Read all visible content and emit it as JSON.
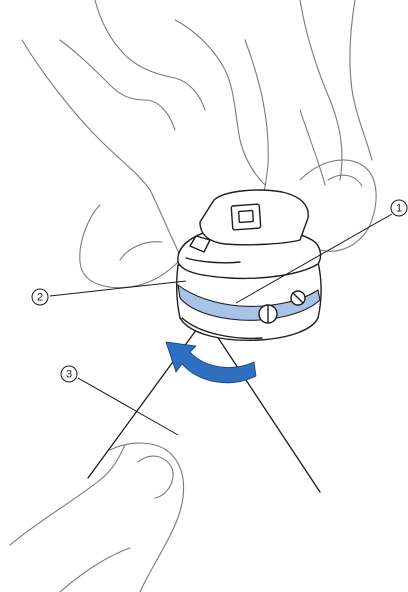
{
  "callouts": [
    {
      "id": "1",
      "label": "①"
    },
    {
      "id": "2",
      "label": "②"
    },
    {
      "id": "3",
      "label": "③"
    }
  ],
  "colors": {
    "background": "#ffffff",
    "hand_outline": "#7a7a7a",
    "case_outline": "#1e1e1e",
    "tension_spring": "#a9c3e8",
    "arrow": "#2f6fc0",
    "thread": "#1a1a1a"
  },
  "icons": {
    "arrow": "curved-arrow-icon",
    "bobbin_case": "bobbin-case-icon"
  }
}
